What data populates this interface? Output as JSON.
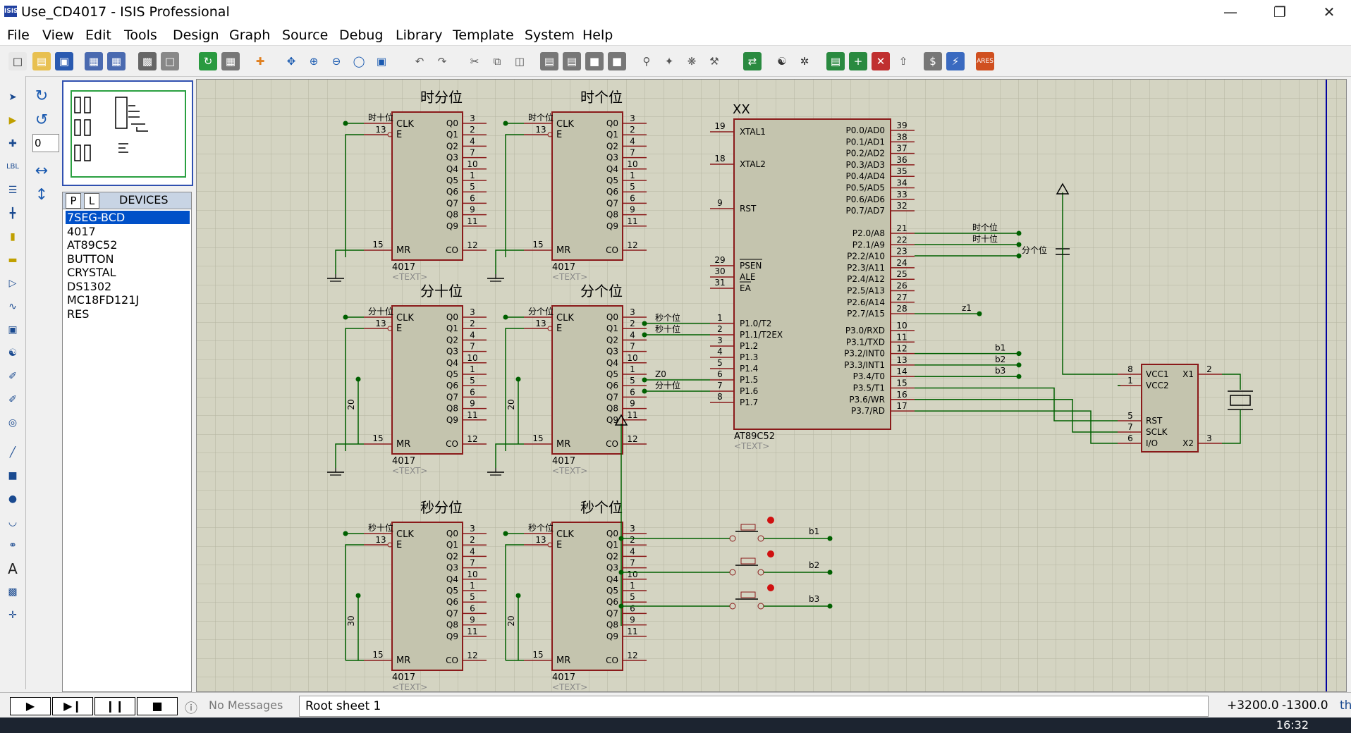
{
  "window": {
    "title": "Use_CD4017 - ISIS Professional",
    "icon": "ISIS"
  },
  "menu": [
    "File",
    "View",
    "Edit",
    "Tools",
    "Design",
    "Graph",
    "Source",
    "Debug",
    "Library",
    "Template",
    "System",
    "Help"
  ],
  "devices": {
    "tabs": [
      "P",
      "L"
    ],
    "header": "DEVICES",
    "items": [
      "7SEG-BCD",
      "4017",
      "AT89C52",
      "BUTTON",
      "CRYSTAL",
      "DS1302",
      "MC18FD121J",
      "RES"
    ],
    "selected_index": 0
  },
  "rotation_angle": "0",
  "schematic": {
    "counters": [
      {
        "title": "时分位",
        "in": "时十位",
        "side": ""
      },
      {
        "title": "时个位",
        "in": "时个位",
        "side": ""
      },
      {
        "title": "分十位",
        "in": "分十位",
        "side": "20"
      },
      {
        "title": "分个位",
        "in": "分个位",
        "side": "20"
      },
      {
        "title": "秒分位",
        "in": "秒十位",
        "side": "30"
      },
      {
        "title": "秒个位",
        "in": "秒个位",
        "side": "20"
      }
    ],
    "counter_part": "4017",
    "counter_text": "<TEXT>",
    "counter_left": {
      "clk": "CLK",
      "e": "E",
      "mr": "MR",
      "pin_e": "13",
      "pin_mr": "15"
    },
    "counter_outputs": [
      {
        "name": "Q0",
        "pin": "3"
      },
      {
        "name": "Q1",
        "pin": "2"
      },
      {
        "name": "Q2",
        "pin": "4"
      },
      {
        "name": "Q3",
        "pin": "7"
      },
      {
        "name": "Q4",
        "pin": "10"
      },
      {
        "name": "Q5",
        "pin": "1"
      },
      {
        "name": "Q6",
        "pin": "5"
      },
      {
        "name": "Q7",
        "pin": "6"
      },
      {
        "name": "Q8",
        "pin": "9"
      },
      {
        "name": "Q9",
        "pin": "11"
      },
      {
        "name": "CO",
        "pin": "12"
      }
    ],
    "mcu": {
      "ref": "XX",
      "part": "AT89C52",
      "text": "<TEXT>",
      "left_pins": [
        {
          "name": "XTAL1",
          "pin": "19"
        },
        {
          "name": "XTAL2",
          "pin": "18"
        },
        {
          "name": "RST",
          "pin": "9"
        },
        {
          "name": "PSEN",
          "pin": "29"
        },
        {
          "name": "ALE",
          "pin": "30"
        },
        {
          "name": "EA",
          "pin": "31"
        },
        {
          "name": "P1.0/T2",
          "pin": "1"
        },
        {
          "name": "P1.1/T2EX",
          "pin": "2"
        },
        {
          "name": "P1.2",
          "pin": "3"
        },
        {
          "name": "P1.3",
          "pin": "4"
        },
        {
          "name": "P1.4",
          "pin": "5"
        },
        {
          "name": "P1.5",
          "pin": "6"
        },
        {
          "name": "P1.6",
          "pin": "7"
        },
        {
          "name": "P1.7",
          "pin": "8"
        }
      ],
      "right_pins": [
        {
          "name": "P0.0/AD0",
          "pin": "39"
        },
        {
          "name": "P0.1/AD1",
          "pin": "38"
        },
        {
          "name": "P0.2/AD2",
          "pin": "37"
        },
        {
          "name": "P0.3/AD3",
          "pin": "36"
        },
        {
          "name": "P0.4/AD4",
          "pin": "35"
        },
        {
          "name": "P0.5/AD5",
          "pin": "34"
        },
        {
          "name": "P0.6/AD6",
          "pin": "33"
        },
        {
          "name": "P0.7/AD7",
          "pin": "32"
        },
        {
          "name": "P2.0/A8",
          "pin": "21"
        },
        {
          "name": "P2.1/A9",
          "pin": "22"
        },
        {
          "name": "P2.2/A10",
          "pin": "23"
        },
        {
          "name": "P2.3/A11",
          "pin": "24"
        },
        {
          "name": "P2.4/A12",
          "pin": "25"
        },
        {
          "name": "P2.5/A13",
          "pin": "26"
        },
        {
          "name": "P2.6/A14",
          "pin": "27"
        },
        {
          "name": "P2.7/A15",
          "pin": "28"
        },
        {
          "name": "P3.0/RXD",
          "pin": "10"
        },
        {
          "name": "P3.1/TXD",
          "pin": "11"
        },
        {
          "name": "P3.2/INT0",
          "pin": "12"
        },
        {
          "name": "P3.3/INT1",
          "pin": "13"
        },
        {
          "name": "P3.4/T0",
          "pin": "14"
        },
        {
          "name": "P3.5/T1",
          "pin": "15"
        },
        {
          "name": "P3.6/WR",
          "pin": "16"
        },
        {
          "name": "P3.7/RD",
          "pin": "17"
        }
      ]
    },
    "net_labels": {
      "p2": [
        "时个位",
        "时十位",
        "分个位"
      ],
      "z1": "z1",
      "p1": [
        "秒个位",
        "秒十位",
        "Z0",
        "分十位"
      ],
      "p3": [
        "b1",
        "b2",
        "b3"
      ],
      "buttons": [
        "b1",
        "b2",
        "b3"
      ]
    },
    "rtc": {
      "left_pins": [
        {
          "name": "VCC1",
          "pin": "8"
        },
        {
          "name": "VCC2",
          "pin": "1"
        },
        {
          "name": "RST",
          "pin": "5"
        },
        {
          "name": "SCLK",
          "pin": "7"
        },
        {
          "name": "I/O",
          "pin": "6"
        }
      ],
      "right_pins": [
        {
          "name": "X1",
          "pin": "2"
        },
        {
          "name": "X2",
          "pin": "3"
        }
      ]
    }
  },
  "status": {
    "messages": "No Messages",
    "sheet": "Root sheet 1",
    "x": "+3200.0",
    "y": "-1300.0",
    "units": "th"
  },
  "taskbar": {
    "time": "16:32"
  }
}
